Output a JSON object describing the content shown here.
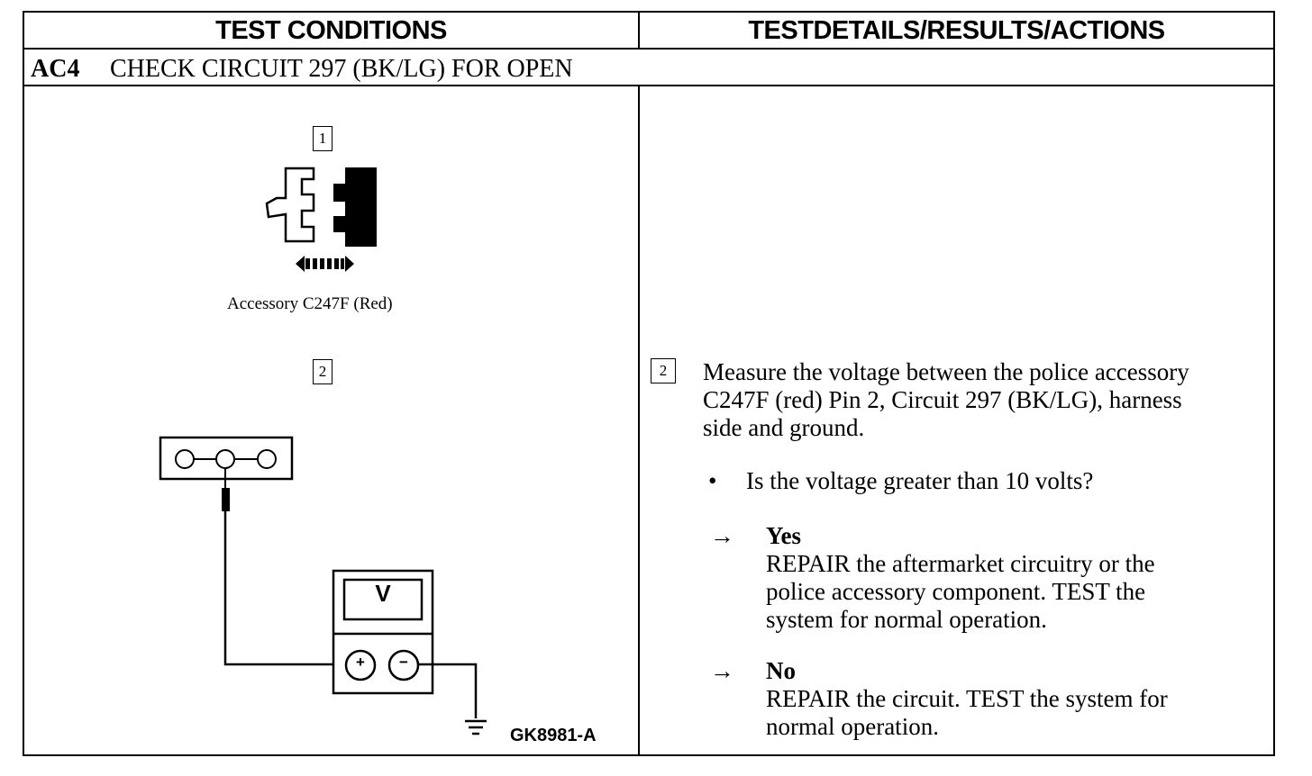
{
  "header": {
    "left": "TEST CONDITIONS",
    "right": "TESTDETAILS/RESULTS/ACTIONS"
  },
  "title": {
    "code": "AC4",
    "text": "CHECK CIRCUIT 297 (BK/LG) FOR OPEN"
  },
  "left": {
    "step1_num": "1",
    "connector_caption": "Accessory C247F (Red)",
    "step2_num": "2",
    "meter_unit": "V",
    "plus": "+",
    "minus": "−",
    "figure_id": "GK8981-A"
  },
  "right": {
    "step_num": "2",
    "instruction_lines": [
      "Measure the voltage between the police accessory",
      "C247F (red) Pin 2, Circuit 297 (BK/LG), harness",
      "side and ground."
    ],
    "bullet": "•",
    "question": "Is the voltage greater than 10 volts?",
    "arrow": "→",
    "yes": {
      "label": "Yes",
      "lines": [
        "REPAIR the aftermarket circuitry or the",
        "police accessory component. TEST the",
        "system for normal operation."
      ]
    },
    "no": {
      "label": "No",
      "lines": [
        "REPAIR the circuit. TEST the system for",
        "normal operation."
      ]
    }
  }
}
